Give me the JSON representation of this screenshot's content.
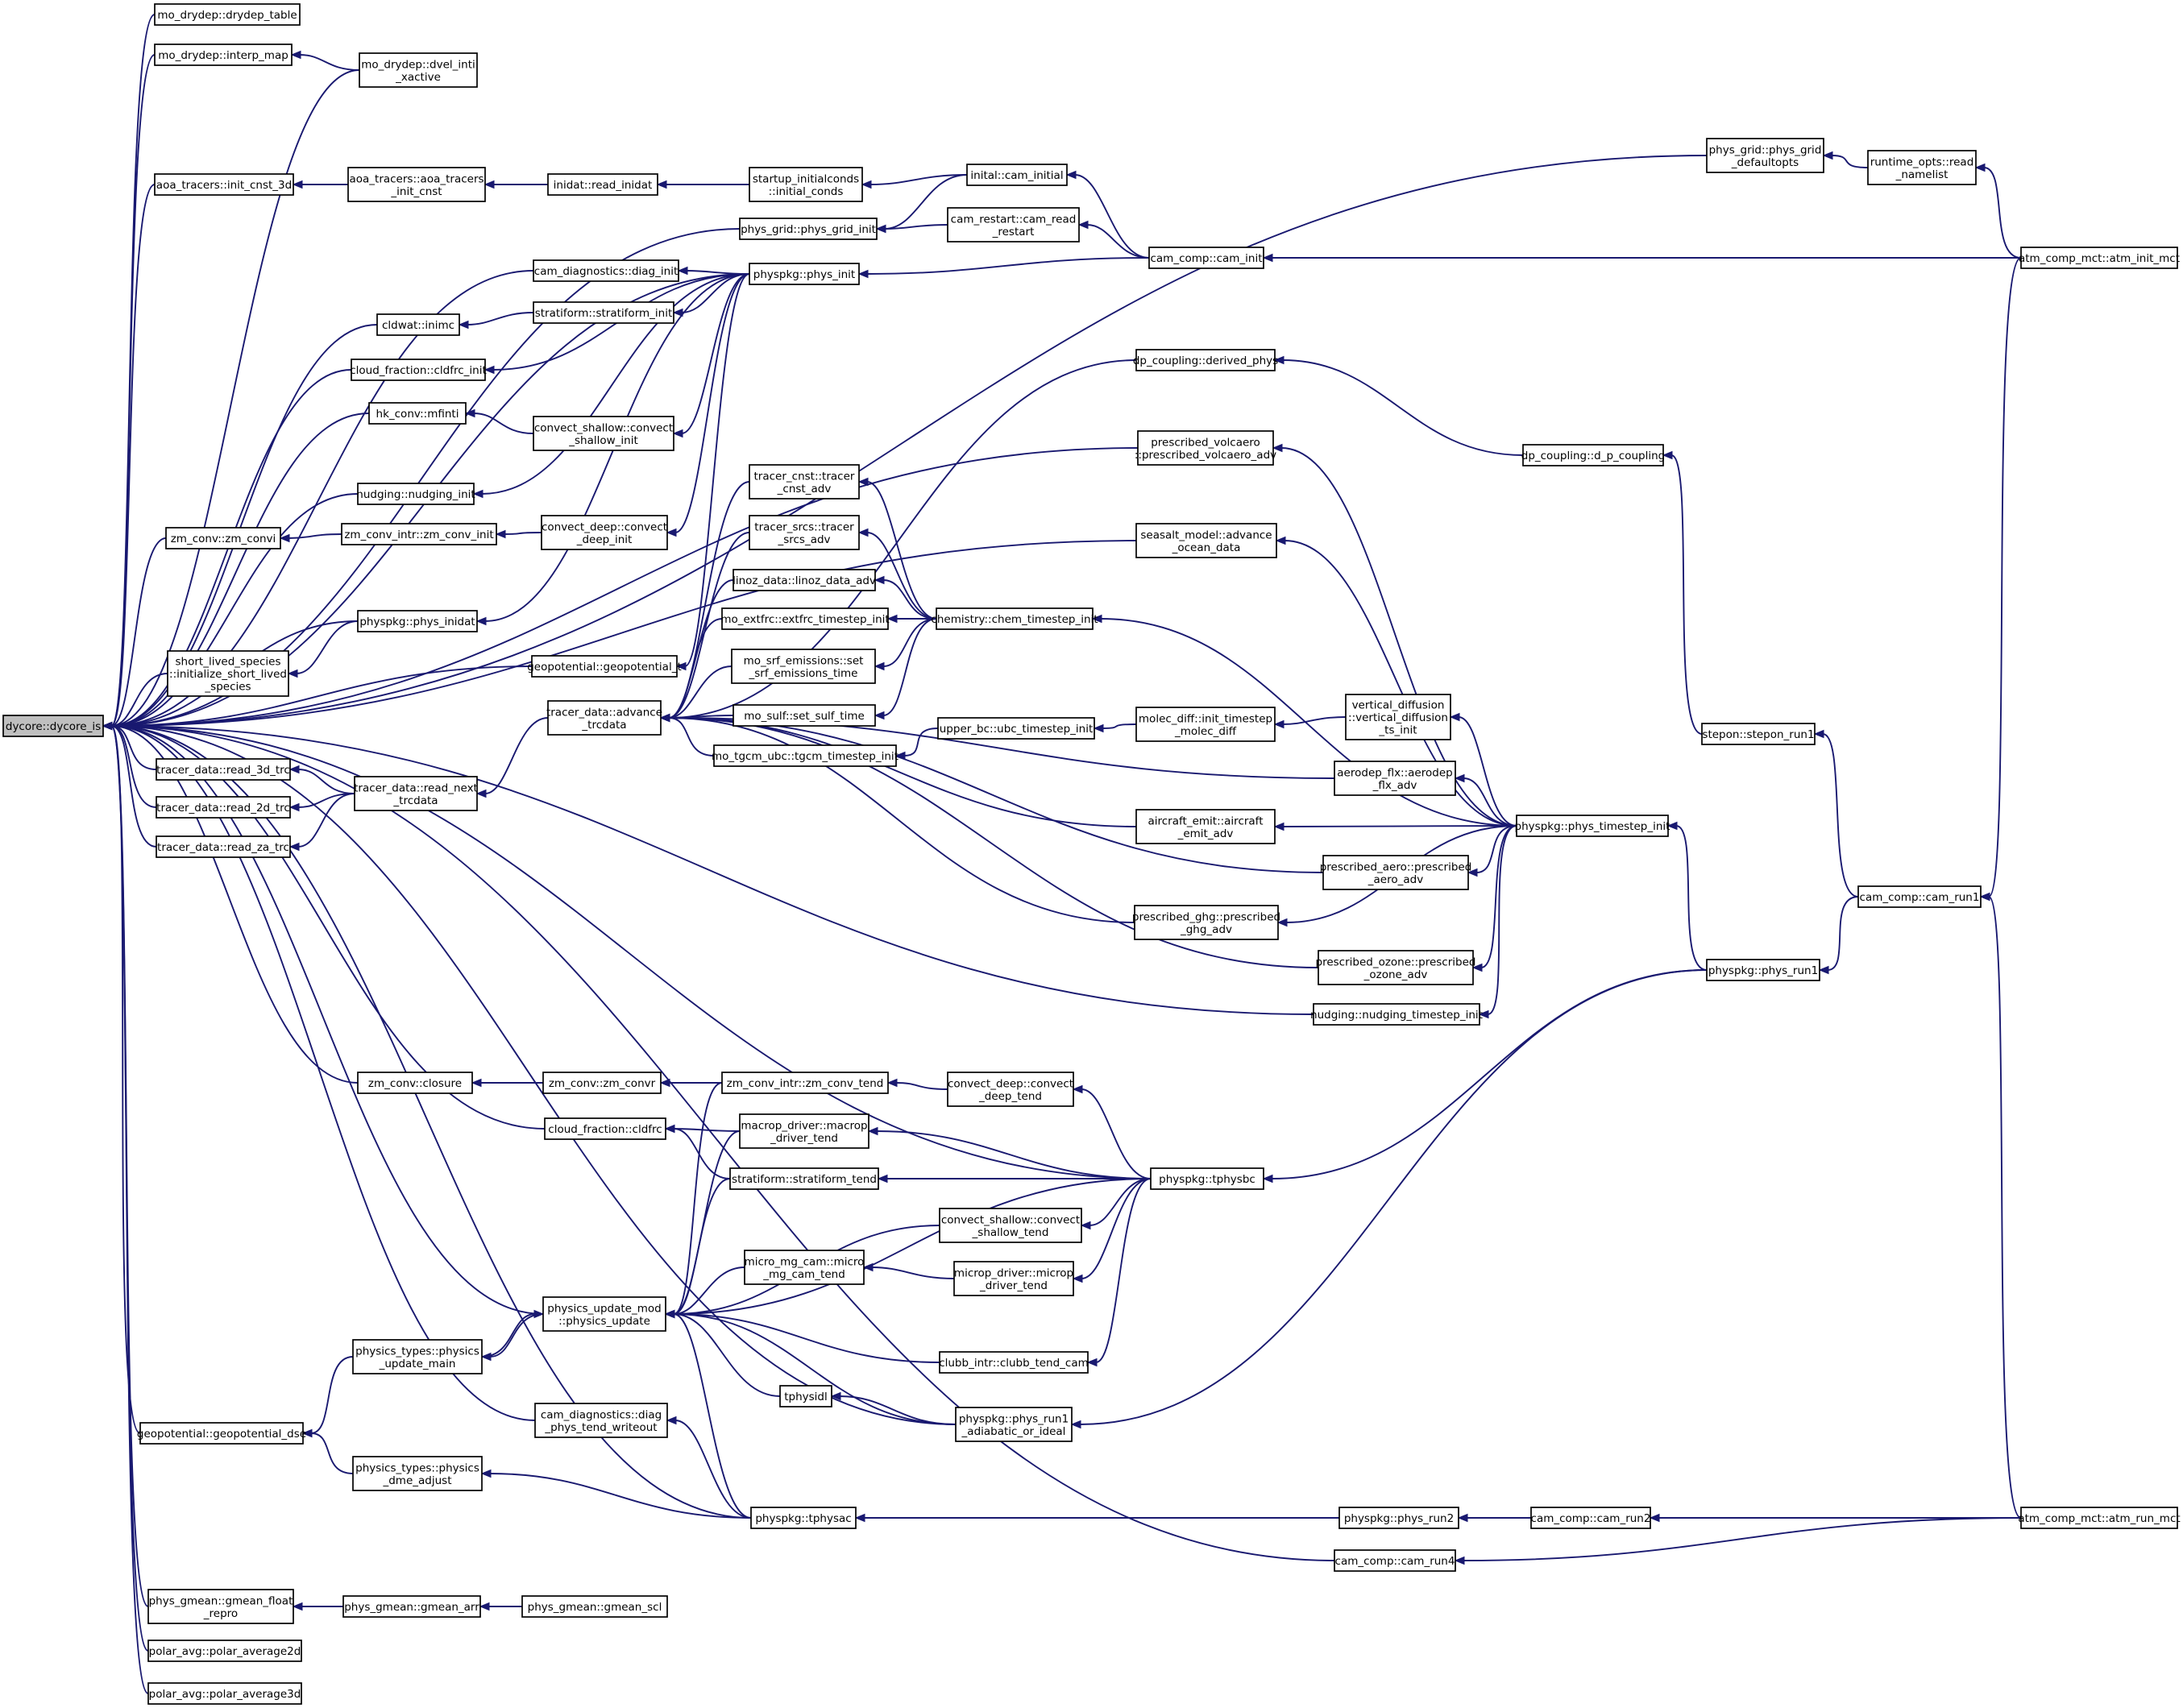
{
  "graph": {
    "colors": {
      "edge": "#191970",
      "node_border": "#000000",
      "node_fill": "#ffffff",
      "root_fill": "#bfbfbf"
    },
    "nodes": [
      {
        "id": "dycore",
        "lines": [
          "dycore::dycore_is"
        ],
        "root": true
      },
      {
        "id": "drydep_table",
        "lines": [
          "mo_drydep::drydep_table"
        ]
      },
      {
        "id": "interp_map",
        "lines": [
          "mo_drydep::interp_map"
        ]
      },
      {
        "id": "dvel_inti",
        "lines": [
          "mo_drydep::dvel_inti",
          "_xactive"
        ]
      },
      {
        "id": "phys_grid_defaultopts",
        "lines": [
          "phys_grid::phys_grid",
          "_defaultopts"
        ]
      },
      {
        "id": "read_namelist",
        "lines": [
          "runtime_opts::read",
          "_namelist"
        ]
      },
      {
        "id": "atm_init_mct",
        "lines": [
          "atm_comp_mct::atm_init_mct"
        ]
      },
      {
        "id": "init_cnst_3d",
        "lines": [
          "aoa_tracers::init_cnst_3d"
        ]
      },
      {
        "id": "aoa_init_cnst",
        "lines": [
          "aoa_tracers::aoa_tracers",
          "_init_cnst"
        ]
      },
      {
        "id": "read_inidat",
        "lines": [
          "inidat::read_inidat"
        ]
      },
      {
        "id": "initial_conds",
        "lines": [
          "startup_initialconds",
          "::initial_conds"
        ]
      },
      {
        "id": "cam_initial",
        "lines": [
          "inital::cam_initial"
        ]
      },
      {
        "id": "phys_grid_init",
        "lines": [
          "phys_grid::phys_grid_init"
        ]
      },
      {
        "id": "cam_read_restart",
        "lines": [
          "cam_restart::cam_read",
          "_restart"
        ]
      },
      {
        "id": "cam_init",
        "lines": [
          "cam_comp::cam_init"
        ]
      },
      {
        "id": "diag_init",
        "lines": [
          "cam_diagnostics::diag_init"
        ]
      },
      {
        "id": "phys_init",
        "lines": [
          "physpkg::phys_init"
        ]
      },
      {
        "id": "inimc",
        "lines": [
          "cldwat::inimc"
        ]
      },
      {
        "id": "stratiform_init",
        "lines": [
          "stratiform::stratiform_init"
        ]
      },
      {
        "id": "cldfrc_init",
        "lines": [
          "cloud_fraction::cldfrc_init"
        ]
      },
      {
        "id": "derived_phys",
        "lines": [
          "dp_coupling::derived_phys"
        ]
      },
      {
        "id": "mfinti",
        "lines": [
          "hk_conv::mfinti"
        ]
      },
      {
        "id": "convect_shallow_init",
        "lines": [
          "convect_shallow::convect",
          "_shallow_init"
        ]
      },
      {
        "id": "prescribed_volcaero",
        "lines": [
          "prescribed_volcaero",
          "::prescribed_volcaero_adv"
        ]
      },
      {
        "id": "d_p_coupling",
        "lines": [
          "dp_coupling::d_p_coupling"
        ]
      },
      {
        "id": "nudging_init",
        "lines": [
          "nudging::nudging_init"
        ]
      },
      {
        "id": "tracer_cnst_adv",
        "lines": [
          "tracer_cnst::tracer",
          "_cnst_adv"
        ]
      },
      {
        "id": "zm_convi",
        "lines": [
          "zm_conv::zm_convi"
        ]
      },
      {
        "id": "zm_conv_init",
        "lines": [
          "zm_conv_intr::zm_conv_init"
        ]
      },
      {
        "id": "convect_deep_init",
        "lines": [
          "convect_deep::convect",
          "_deep_init"
        ]
      },
      {
        "id": "tracer_srcs_adv",
        "lines": [
          "tracer_srcs::tracer",
          "_srcs_adv"
        ]
      },
      {
        "id": "seasalt",
        "lines": [
          "seasalt_model::advance",
          "_ocean_data"
        ]
      },
      {
        "id": "linoz",
        "lines": [
          "linoz_data::linoz_data_adv"
        ]
      },
      {
        "id": "physpkg_inidat",
        "lines": [
          "physpkg::phys_inidat"
        ]
      },
      {
        "id": "extfrc",
        "lines": [
          "mo_extfrc::extfrc_timestep_init"
        ]
      },
      {
        "id": "chem_timestep_init",
        "lines": [
          "chemistry::chem_timestep_init"
        ]
      },
      {
        "id": "short_lived",
        "lines": [
          "short_lived_species",
          "::initialize_short_lived",
          "_species"
        ]
      },
      {
        "id": "srf_emissions",
        "lines": [
          "mo_srf_emissions::set",
          "_srf_emissions_time"
        ]
      },
      {
        "id": "geopotential_t",
        "lines": [
          "geopotential::geopotential_t"
        ]
      },
      {
        "id": "advance_trcdata",
        "lines": [
          "tracer_data::advance",
          "_trcdata"
        ]
      },
      {
        "id": "set_sulf_time",
        "lines": [
          "mo_sulf::set_sulf_time"
        ]
      },
      {
        "id": "vd_ts_init",
        "lines": [
          "vertical_diffusion",
          "::vertical_diffusion",
          "_ts_init"
        ]
      },
      {
        "id": "stepon_run1",
        "lines": [
          "stepon::stepon_run1"
        ]
      },
      {
        "id": "tgcm",
        "lines": [
          "mo_tgcm_ubc::tgcm_timestep_init"
        ]
      },
      {
        "id": "ubc_timestep_init",
        "lines": [
          "upper_bc::ubc_timestep_init"
        ]
      },
      {
        "id": "molec_diff",
        "lines": [
          "molec_diff::init_timestep",
          "_molec_diff"
        ]
      },
      {
        "id": "read_3d_trc",
        "lines": [
          "tracer_data::read_3d_trc"
        ]
      },
      {
        "id": "read_next",
        "lines": [
          "tracer_data::read_next",
          "_trcdata"
        ]
      },
      {
        "id": "read_2d_trc",
        "lines": [
          "tracer_data::read_2d_trc"
        ]
      },
      {
        "id": "read_za_trc",
        "lines": [
          "tracer_data::read_za_trc"
        ]
      },
      {
        "id": "aerodep_flx",
        "lines": [
          "aerodep_flx::aerodep",
          "_flx_adv"
        ]
      },
      {
        "id": "aircraft_emit",
        "lines": [
          "aircraft_emit::aircraft",
          "_emit_adv"
        ]
      },
      {
        "id": "phys_timestep_init",
        "lines": [
          "physpkg::phys_timestep_init"
        ]
      },
      {
        "id": "prescribed_aero",
        "lines": [
          "prescribed_aero::prescribed",
          "_aero_adv"
        ]
      },
      {
        "id": "cam_run1",
        "lines": [
          "cam_comp::cam_run1"
        ]
      },
      {
        "id": "prescribed_ghg",
        "lines": [
          "prescribed_ghg::prescribed",
          "_ghg_adv"
        ]
      },
      {
        "id": "prescribed_ozone",
        "lines": [
          "prescribed_ozone::prescribed",
          "_ozone_adv"
        ]
      },
      {
        "id": "phys_run1",
        "lines": [
          "physpkg::phys_run1"
        ]
      },
      {
        "id": "nudging_timestep_init",
        "lines": [
          "nudging::nudging_timestep_init"
        ]
      },
      {
        "id": "closure",
        "lines": [
          "zm_conv::closure"
        ]
      },
      {
        "id": "zm_convr",
        "lines": [
          "zm_conv::zm_convr"
        ]
      },
      {
        "id": "zm_conv_tend",
        "lines": [
          "zm_conv_intr::zm_conv_tend"
        ]
      },
      {
        "id": "convect_deep_tend",
        "lines": [
          "convect_deep::convect",
          "_deep_tend"
        ]
      },
      {
        "id": "cldfrc",
        "lines": [
          "cloud_fraction::cldfrc"
        ]
      },
      {
        "id": "macrop_driver_tend",
        "lines": [
          "macrop_driver::macrop",
          "_driver_tend"
        ]
      },
      {
        "id": "stratiform_tend",
        "lines": [
          "stratiform::stratiform_tend"
        ]
      },
      {
        "id": "tphysbc",
        "lines": [
          "physpkg::tphysbc"
        ]
      },
      {
        "id": "convect_shallow_tend",
        "lines": [
          "convect_shallow::convect",
          "_shallow_tend"
        ]
      },
      {
        "id": "micro_mg_cam_tend",
        "lines": [
          "micro_mg_cam::micro",
          "_mg_cam_tend"
        ]
      },
      {
        "id": "microp_driver_tend",
        "lines": [
          "microp_driver::microp",
          "_driver_tend"
        ]
      },
      {
        "id": "physics_update",
        "lines": [
          "physics_update_mod",
          "::physics_update"
        ]
      },
      {
        "id": "physics_update_main",
        "lines": [
          "physics_types::physics",
          "_update_main"
        ]
      },
      {
        "id": "clubb_tend_cam",
        "lines": [
          "clubb_intr::clubb_tend_cam"
        ]
      },
      {
        "id": "tphysidl",
        "lines": [
          "tphysidl"
        ]
      },
      {
        "id": "geopotential_dse",
        "lines": [
          "geopotential::geopotential_dse"
        ]
      },
      {
        "id": "diag_phys_tend",
        "lines": [
          "cam_diagnostics::diag",
          "_phys_tend_writeout"
        ]
      },
      {
        "id": "phys_run1_adiabatic",
        "lines": [
          "physpkg::phys_run1",
          "_adiabatic_or_ideal"
        ]
      },
      {
        "id": "dme_adjust",
        "lines": [
          "physics_types::physics",
          "_dme_adjust"
        ]
      },
      {
        "id": "tphysac",
        "lines": [
          "physpkg::tphysac"
        ]
      },
      {
        "id": "phys_run2",
        "lines": [
          "physpkg::phys_run2"
        ]
      },
      {
        "id": "cam_run2",
        "lines": [
          "cam_comp::cam_run2"
        ]
      },
      {
        "id": "atm_run_mct",
        "lines": [
          "atm_comp_mct::atm_run_mct"
        ]
      },
      {
        "id": "cam_run4",
        "lines": [
          "cam_comp::cam_run4"
        ]
      },
      {
        "id": "gmean_float_repro",
        "lines": [
          "phys_gmean::gmean_float",
          "_repro"
        ]
      },
      {
        "id": "gmean_arr",
        "lines": [
          "phys_gmean::gmean_arr"
        ]
      },
      {
        "id": "gmean_scl",
        "lines": [
          "phys_gmean::gmean_scl"
        ]
      },
      {
        "id": "polar_average2d",
        "lines": [
          "polar_avg::polar_average2d"
        ]
      },
      {
        "id": "polar_average3d",
        "lines": [
          "polar_avg::polar_average3d"
        ]
      }
    ],
    "edges": [
      [
        "drydep_table",
        "dycore"
      ],
      [
        "interp_map",
        "dycore"
      ],
      [
        "dvel_inti",
        "dycore"
      ],
      [
        "dvel_inti",
        "interp_map"
      ],
      [
        "phys_grid_defaultopts",
        "dycore"
      ],
      [
        "read_namelist",
        "phys_grid_defaultopts"
      ],
      [
        "atm_init_mct",
        "read_namelist"
      ],
      [
        "init_cnst_3d",
        "dycore"
      ],
      [
        "aoa_init_cnst",
        "init_cnst_3d"
      ],
      [
        "read_inidat",
        "aoa_init_cnst"
      ],
      [
        "initial_conds",
        "read_inidat"
      ],
      [
        "cam_initial",
        "initial_conds"
      ],
      [
        "cam_init",
        "cam_initial"
      ],
      [
        "cam_initial",
        "phys_grid_init"
      ],
      [
        "phys_grid_init",
        "dycore"
      ],
      [
        "cam_read_restart",
        "phys_grid_init"
      ],
      [
        "cam_init",
        "cam_read_restart"
      ],
      [
        "atm_init_mct",
        "cam_init"
      ],
      [
        "diag_init",
        "dycore"
      ],
      [
        "phys_init",
        "diag_init"
      ],
      [
        "cam_init",
        "phys_init"
      ],
      [
        "inimc",
        "dycore"
      ],
      [
        "stratiform_init",
        "inimc"
      ],
      [
        "phys_init",
        "stratiform_init"
      ],
      [
        "cldfrc_init",
        "dycore"
      ],
      [
        "phys_init",
        "cldfrc_init"
      ],
      [
        "mfinti",
        "dycore"
      ],
      [
        "convect_shallow_init",
        "mfinti"
      ],
      [
        "phys_init",
        "convect_shallow_init"
      ],
      [
        "nudging_init",
        "dycore"
      ],
      [
        "phys_init",
        "nudging_init"
      ],
      [
        "zm_convi",
        "dycore"
      ],
      [
        "zm_conv_init",
        "zm_convi"
      ],
      [
        "convect_deep_init",
        "zm_conv_init"
      ],
      [
        "phys_init",
        "convect_deep_init"
      ],
      [
        "phys_init",
        "dycore"
      ],
      [
        "phys_init",
        "physpkg_inidat"
      ],
      [
        "physpkg_inidat",
        "dycore"
      ],
      [
        "physpkg_inidat",
        "short_lived"
      ],
      [
        "short_lived",
        "dycore"
      ],
      [
        "phys_init",
        "geopotential_t"
      ],
      [
        "geopotential_t",
        "dycore"
      ],
      [
        "derived_phys",
        "advance_trcdata"
      ],
      [
        "d_p_coupling",
        "derived_phys"
      ],
      [
        "stepon_run1",
        "d_p_coupling"
      ],
      [
        "cam_run1",
        "stepon_run1"
      ],
      [
        "prescribed_volcaero",
        "dycore"
      ],
      [
        "phys_timestep_init",
        "prescribed_volcaero"
      ],
      [
        "tracer_cnst_adv",
        "advance_trcdata"
      ],
      [
        "chem_timestep_init",
        "tracer_cnst_adv"
      ],
      [
        "tracer_srcs_adv",
        "advance_trcdata"
      ],
      [
        "chem_timestep_init",
        "tracer_srcs_adv"
      ],
      [
        "seasalt",
        "dycore"
      ],
      [
        "phys_timestep_init",
        "seasalt"
      ],
      [
        "linoz",
        "advance_trcdata"
      ],
      [
        "chem_timestep_init",
        "linoz"
      ],
      [
        "extfrc",
        "advance_trcdata"
      ],
      [
        "chem_timestep_init",
        "extfrc"
      ],
      [
        "srf_emissions",
        "advance_trcdata"
      ],
      [
        "chem_timestep_init",
        "srf_emissions"
      ],
      [
        "set_sulf_time",
        "advance_trcdata"
      ],
      [
        "chem_timestep_init",
        "set_sulf_time"
      ],
      [
        "phys_timestep_init",
        "chem_timestep_init"
      ],
      [
        "tgcm",
        "advance_trcdata"
      ],
      [
        "ubc_timestep_init",
        "tgcm"
      ],
      [
        "molec_diff",
        "ubc_timestep_init"
      ],
      [
        "vd_ts_init",
        "molec_diff"
      ],
      [
        "phys_timestep_init",
        "vd_ts_init"
      ],
      [
        "aerodep_flx",
        "advance_trcdata"
      ],
      [
        "phys_timestep_init",
        "aerodep_flx"
      ],
      [
        "aircraft_emit",
        "advance_trcdata"
      ],
      [
        "phys_timestep_init",
        "aircraft_emit"
      ],
      [
        "prescribed_aero",
        "advance_trcdata"
      ],
      [
        "phys_timestep_init",
        "prescribed_aero"
      ],
      [
        "prescribed_ghg",
        "advance_trcdata"
      ],
      [
        "phys_timestep_init",
        "prescribed_ghg"
      ],
      [
        "prescribed_ozone",
        "advance_trcdata"
      ],
      [
        "phys_timestep_init",
        "prescribed_ozone"
      ],
      [
        "nudging_timestep_init",
        "dycore"
      ],
      [
        "phys_timestep_init",
        "nudging_timestep_init"
      ],
      [
        "phys_run1",
        "phys_timestep_init"
      ],
      [
        "cam_run1",
        "phys_run1"
      ],
      [
        "atm_init_mct",
        "cam_run1"
      ],
      [
        "atm_run_mct",
        "cam_run1"
      ],
      [
        "advance_trcdata",
        "read_next"
      ],
      [
        "read_3d_trc",
        "dycore"
      ],
      [
        "read_next",
        "read_3d_trc"
      ],
      [
        "read_2d_trc",
        "dycore"
      ],
      [
        "read_next",
        "read_2d_trc"
      ],
      [
        "read_za_trc",
        "dycore"
      ],
      [
        "read_next",
        "read_za_trc"
      ],
      [
        "closure",
        "dycore"
      ],
      [
        "zm_convr",
        "closure"
      ],
      [
        "zm_conv_tend",
        "zm_convr"
      ],
      [
        "convect_deep_tend",
        "zm_conv_tend"
      ],
      [
        "tphysbc",
        "convect_deep_tend"
      ],
      [
        "cldfrc",
        "dycore"
      ],
      [
        "macrop_driver_tend",
        "cldfrc"
      ],
      [
        "stratiform_tend",
        "cldfrc"
      ],
      [
        "tphysbc",
        "macrop_driver_tend"
      ],
      [
        "tphysbc",
        "stratiform_tend"
      ],
      [
        "tphysbc",
        "convect_shallow_tend"
      ],
      [
        "tphysbc",
        "microp_driver_tend"
      ],
      [
        "microp_driver_tend",
        "micro_mg_cam_tend"
      ],
      [
        "tphysbc",
        "dycore"
      ],
      [
        "phys_run1",
        "tphysbc"
      ],
      [
        "physics_update",
        "dycore"
      ],
      [
        "zm_conv_tend",
        "physics_update"
      ],
      [
        "macrop_driver_tend",
        "physics_update"
      ],
      [
        "stratiform_tend",
        "physics_update"
      ],
      [
        "convect_shallow_tend",
        "physics_update"
      ],
      [
        "micro_mg_cam_tend",
        "physics_update"
      ],
      [
        "tphysbc",
        "physics_update"
      ],
      [
        "clubb_tend_cam",
        "physics_update"
      ],
      [
        "tphysbc",
        "clubb_tend_cam"
      ],
      [
        "tphysidl",
        "physics_update"
      ],
      [
        "phys_run1_adiabatic",
        "tphysidl"
      ],
      [
        "phys_run1_adiabatic",
        "physics_update"
      ],
      [
        "tphysac",
        "physics_update"
      ],
      [
        "physics_update_main",
        "physics_update"
      ],
      [
        "physics_update_main",
        "geopotential_dse"
      ],
      [
        "geopotential_dse",
        "dycore"
      ],
      [
        "dme_adjust",
        "geopotential_dse"
      ],
      [
        "tphysac",
        "dme_adjust"
      ],
      [
        "diag_phys_tend",
        "dycore"
      ],
      [
        "tphysac",
        "diag_phys_tend"
      ],
      [
        "phys_run1_adiabatic",
        "dycore"
      ],
      [
        "phys_run1",
        "phys_run1_adiabatic"
      ],
      [
        "tphysac",
        "dycore"
      ],
      [
        "phys_run2",
        "tphysac"
      ],
      [
        "cam_run2",
        "phys_run2"
      ],
      [
        "atm_run_mct",
        "cam_run2"
      ],
      [
        "cam_run4",
        "dycore"
      ],
      [
        "atm_run_mct",
        "cam_run4"
      ],
      [
        "gmean_float_repro",
        "dycore"
      ],
      [
        "gmean_arr",
        "gmean_float_repro"
      ],
      [
        "gmean_scl",
        "gmean_arr"
      ],
      [
        "polar_average2d",
        "dycore"
      ],
      [
        "polar_average3d",
        "dycore"
      ],
      [
        "physics_update",
        "physics_update_main"
      ]
    ]
  }
}
